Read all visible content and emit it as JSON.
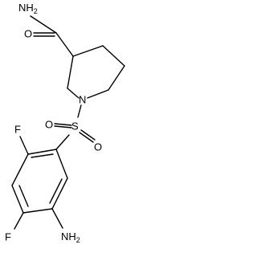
{
  "molecule": {
    "atoms": {
      "amide_nitrogen": "NH",
      "amide_nitrogen_subscript": "2",
      "carbonyl_oxygen": "O",
      "piperidine_nitrogen": "N",
      "sulfur": "S",
      "sulfonyl_oxygen_left": "O",
      "sulfonyl_oxygen_right": "O",
      "fluorine_top": "F",
      "fluorine_bottom": "F",
      "amine_nitrogen": "NH",
      "amine_nitrogen_subscript": "2"
    }
  }
}
